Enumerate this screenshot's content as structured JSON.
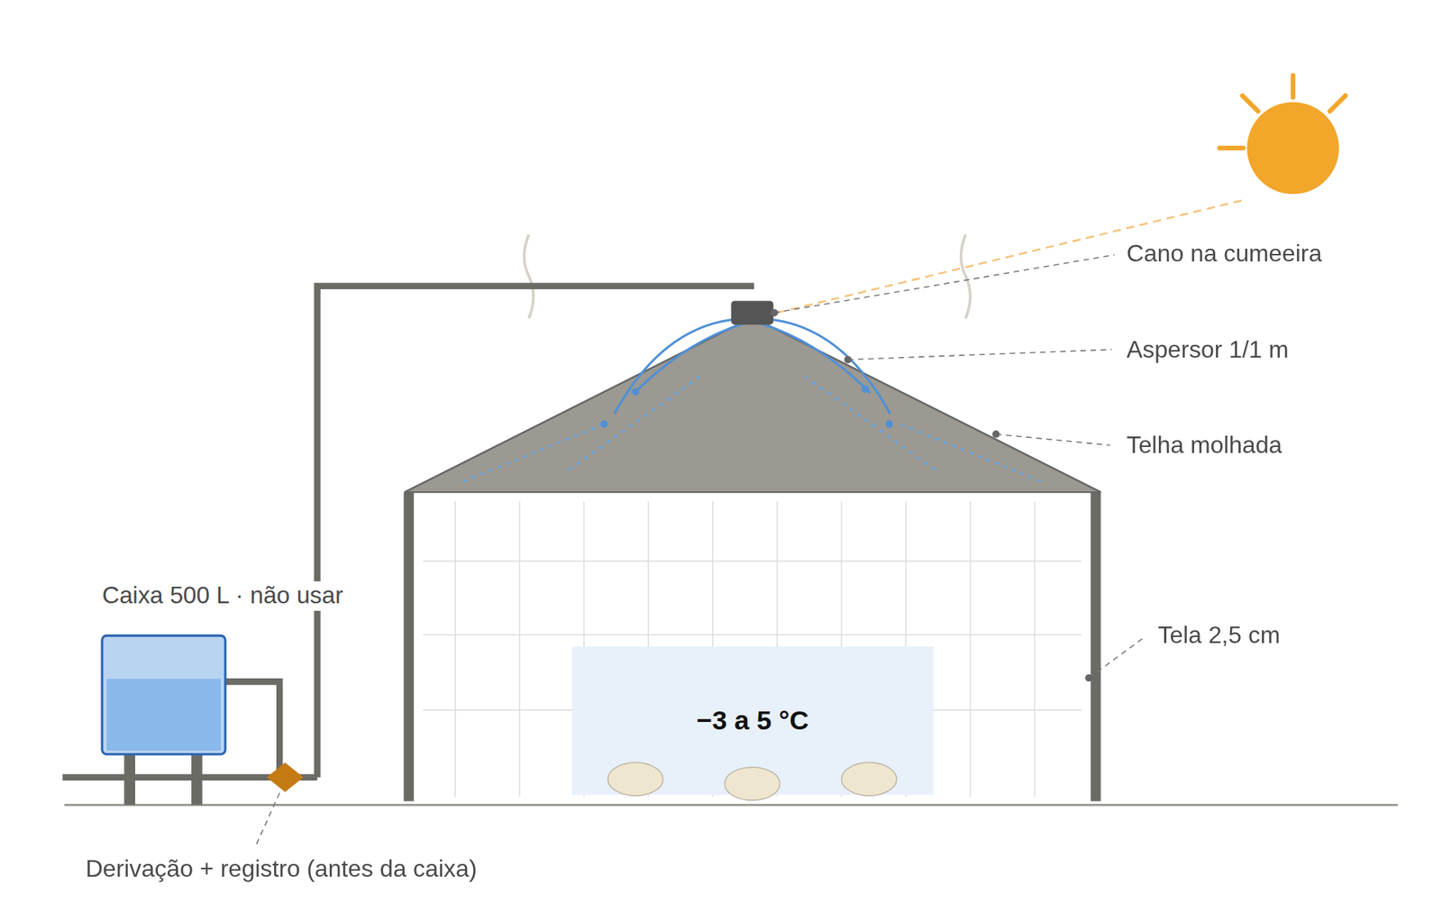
{
  "diagram": {
    "nodes": [
      {
        "text": [
          "Caixa 500 L · não usar"
        ]
      },
      {
        "text": [
          "−3 a 5 °C"
        ]
      }
    ],
    "labels": [
      "Cano na cumeeira",
      "Aspersor 1/1 m",
      "Telha molhada",
      "Tela 2,5 cm",
      "Derivação + registro (antes da caixa)"
    ]
  }
}
